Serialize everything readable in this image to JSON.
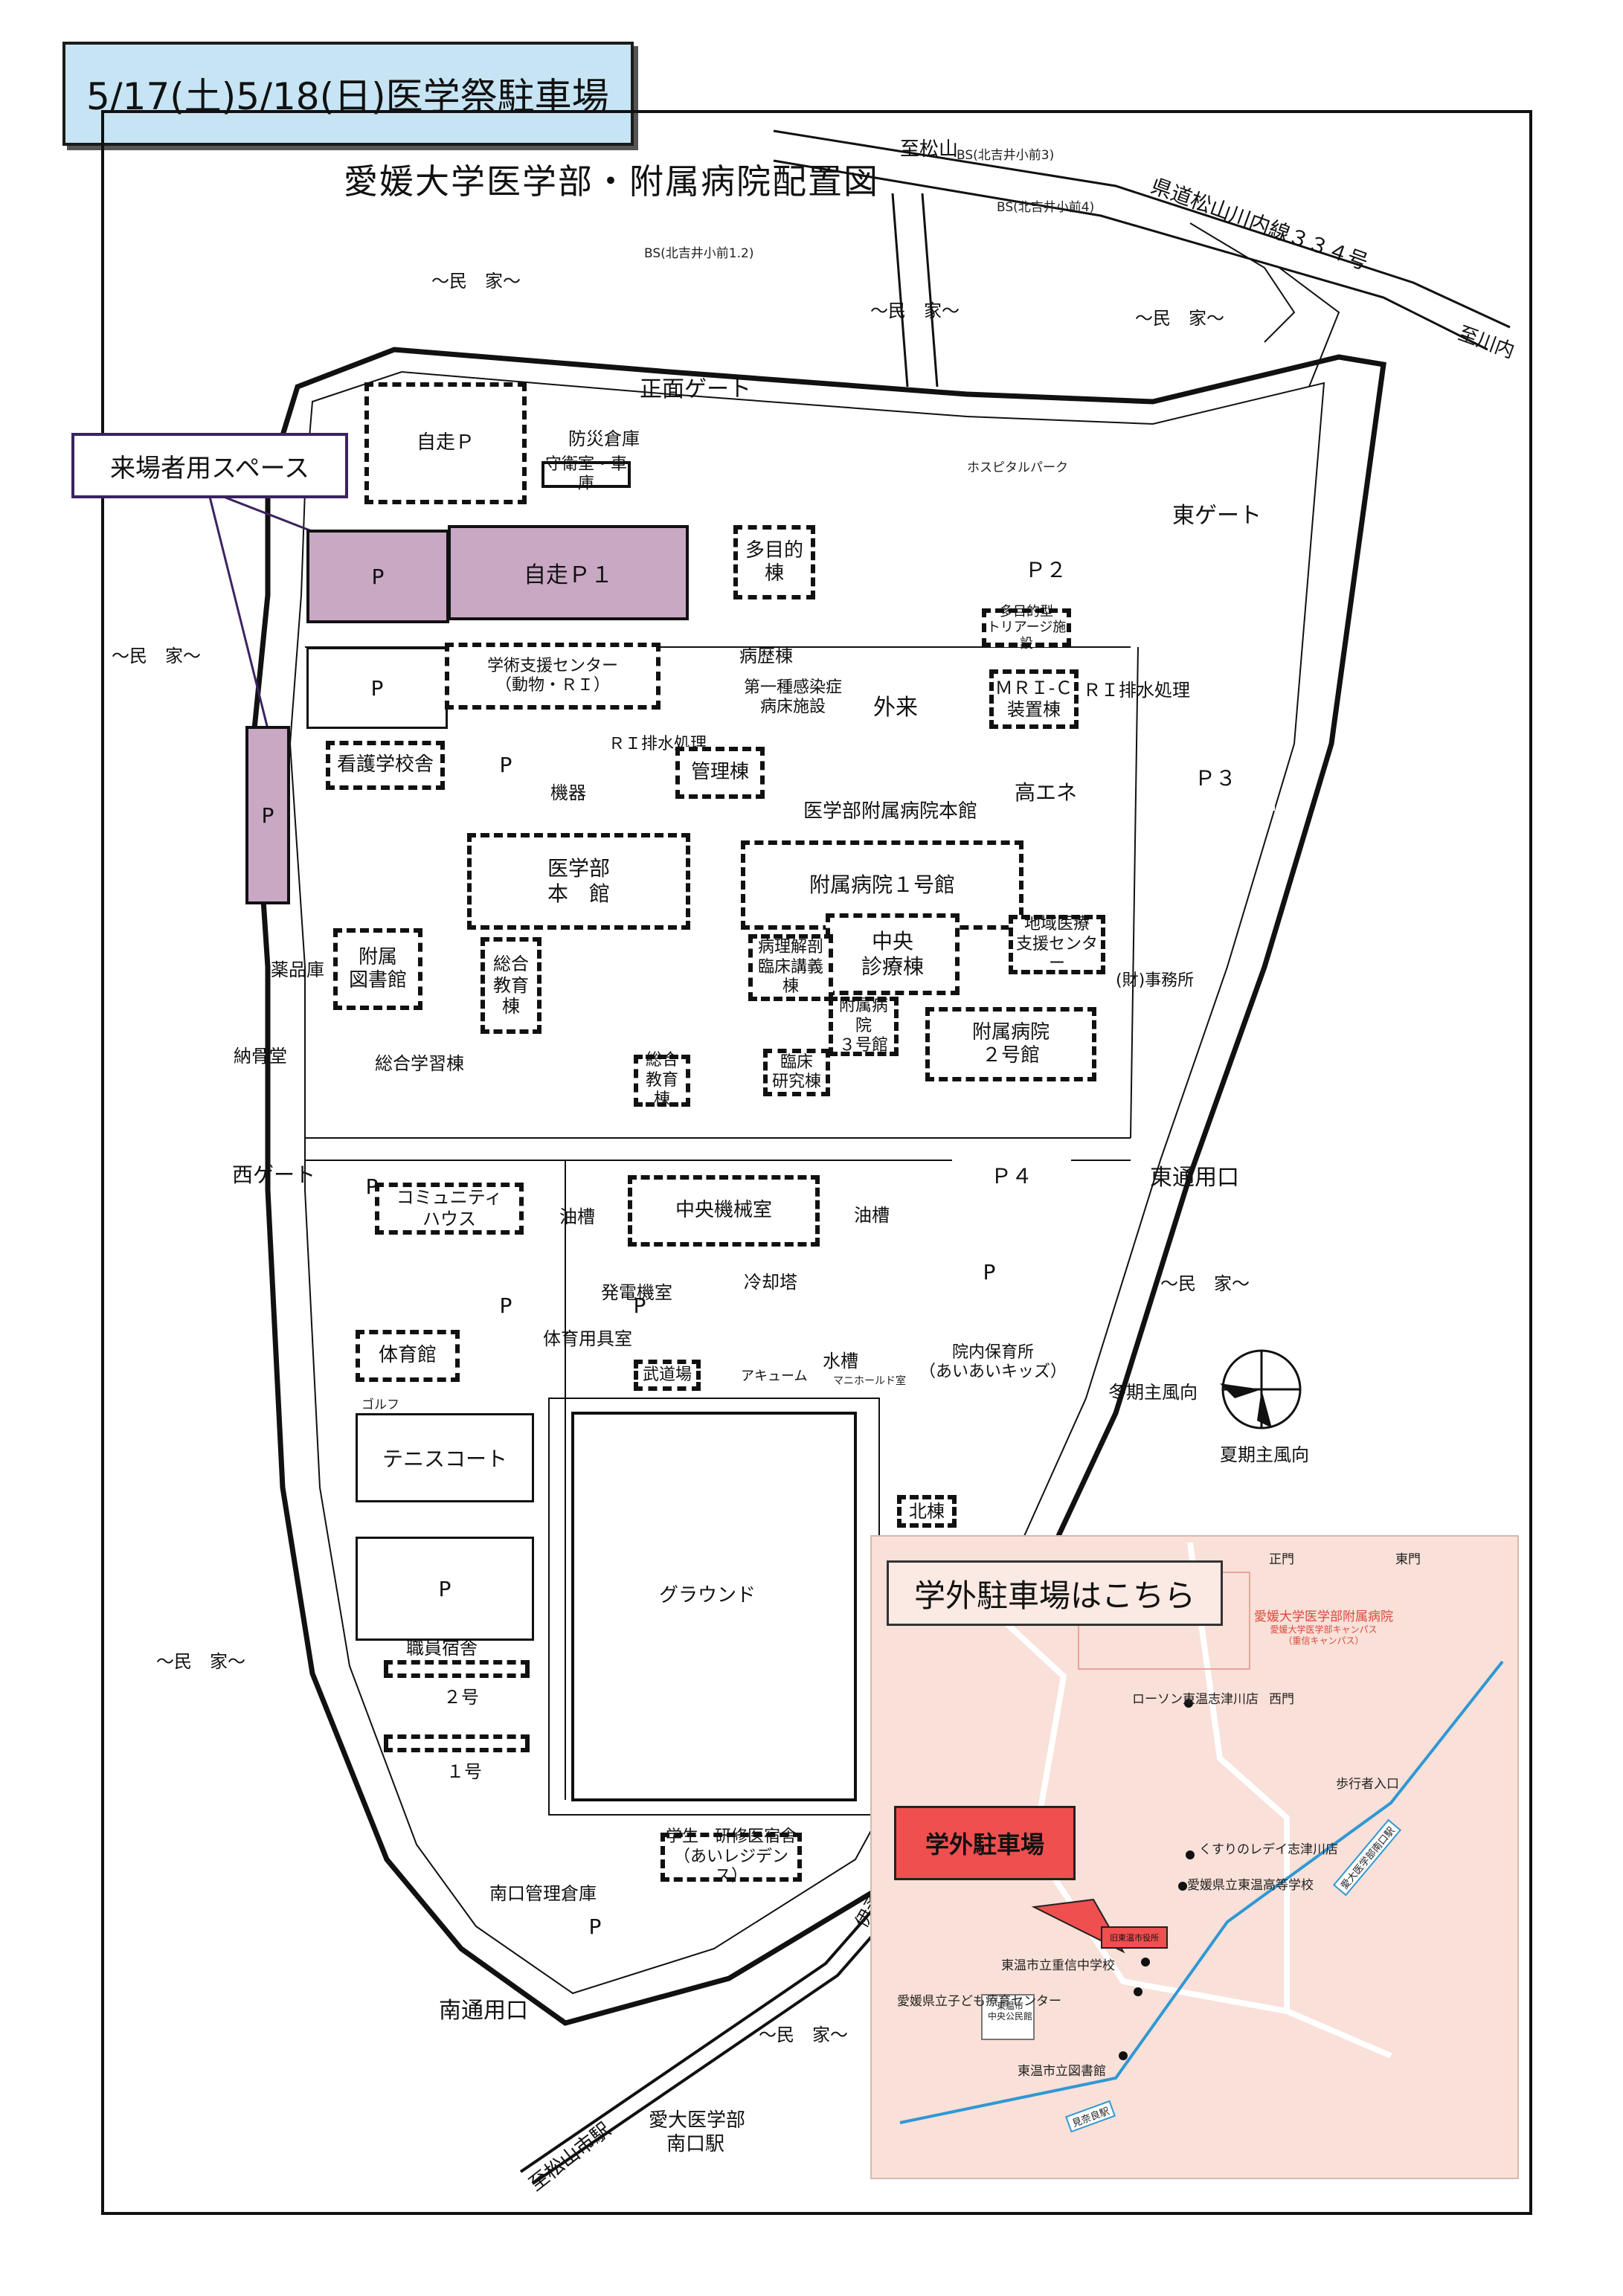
{
  "header": {
    "event_title": "5/17(土)5/18(日)医学祭駐車場"
  },
  "map": {
    "title": "愛媛大学医学部・附属病院配置図",
    "visitor_callout": "来場者用スペース",
    "roads": {
      "to_matsuyama": "至松山",
      "prefectural_road": "県道松山川内線３３４号",
      "to_kawauchi": "至川内",
      "to_matsuyama_city_station": "至松山市駅",
      "iyo_line": "伊予鉄"
    },
    "bus_stops": [
      "BS(北吉井小前3)",
      "BS(北吉井小前4)",
      "BS(北吉井小前1.2)"
    ],
    "gates": {
      "front": "正面ゲート",
      "east": "東ゲート",
      "west": "西ゲート",
      "east_entrance": "東通用口",
      "south_entrance": "南通用口"
    },
    "residences": "～民　家～",
    "station": [
      "愛大医学部",
      "南口駅"
    ],
    "parking": {
      "p": "P",
      "p1": "自走Ｐ１",
      "p2": "Ｐ２",
      "p3": "Ｐ３",
      "p4": "Ｐ４",
      "jisou_p": "自走Ｐ"
    },
    "buildings": {
      "bousai": "防災倉庫",
      "shueishitsu": "守衛室・車庫",
      "tamokuteki": "多目的棟",
      "hospice": "ホスピタルパーク",
      "gakujutsu": [
        "学術支援センター",
        "（動物・ＲＩ）"
      ],
      "byoreki": "病歴棟",
      "kansensho": [
        "第一種感染症",
        "病床施設"
      ],
      "gairai": "外来",
      "tamokuteki_triage": [
        "多目的型",
        "トリアージ施設"
      ],
      "mri": [
        "ＭＲＩ-Ｃ",
        "装置棟"
      ],
      "ri_haisui": "ＲＩ排水処理",
      "kango": "看護学校舎",
      "ri_haisui2": "ＲＩ排水処理",
      "kikaishitsu": "機器",
      "kanri": "管理棟",
      "honkan_hospital": "医学部附属病院本館",
      "koene": "高エネ",
      "igakubu_honkan": [
        "医学部",
        "本　館"
      ],
      "hospital1": "附属病院１号館",
      "chuo_shinryo": [
        "中央",
        "診療棟"
      ],
      "chiiki": [
        "地域医療",
        "支援センター"
      ],
      "yakuhinko": "薬品庫",
      "toshokan": [
        "附属",
        "図書館"
      ],
      "sogo_kyoiku": [
        "総合",
        "教育棟"
      ],
      "byori": [
        "病理解剖",
        "臨床講義棟"
      ],
      "hospital3": [
        "附属病院",
        "３号館"
      ],
      "hospital2": [
        "附属病院",
        "２号館"
      ],
      "jimusho": "(財)事務所",
      "nokotsudo": "納骨堂",
      "sogo_gakushu": "総合学習棟",
      "sogo_kyoiku2": [
        "総合",
        "教育棟"
      ],
      "rinsho_kenkyu": [
        "臨床",
        "研究棟"
      ],
      "community": [
        "コミュニティ",
        "ハウス"
      ],
      "yuso": "油槽",
      "chuo_kikai": "中央機械室",
      "yuso2": "油槽",
      "hatsuden": "発電機室",
      "reikyaku": "冷却塔",
      "suiso": "水槽",
      "taiikukan": "体育館",
      "taiiku_yogu": "体育用具室",
      "budojo": "武道場",
      "accumulator": "アキューム",
      "manifold": "マニホールド室",
      "hoikusho": [
        "院内保育所",
        "（あいあいキッズ）"
      ],
      "tennis": "テニスコート",
      "golf": "ゴルフ",
      "kitamune": "北棟",
      "ground": "グラウンド",
      "shukusha": "職員宿舎",
      "shukusha2": "２号",
      "shukusha1": "１号",
      "minamiguchi": "南口管理倉庫",
      "gakusei": [
        "学生・研修医宿舎",
        "（あいレジデンス）"
      ]
    },
    "wind": {
      "winter": "冬期主風向",
      "summer": "夏期主風向"
    }
  },
  "inset": {
    "title": "学外駐車場はこちら",
    "offsite_label": "学外駐車場",
    "offsite_marker": "旧東温市役所",
    "labels": {
      "seimon": "正門",
      "tomon": "東門",
      "hospital": [
        "愛媛大学医学部附属病院",
        "愛媛大学医学部キャンパス",
        "（重信キャンパス）"
      ],
      "lawson": "ローソン東温志津川店",
      "nishimon": "西門",
      "pedestrian": "歩行者入口",
      "drug": "くすりのレデイ志津川店",
      "high_school": "愛媛県立東温高等学校",
      "middle_school": "東温市立重信中学校",
      "kodomo": "愛媛県立子ども療育センター",
      "kominkan": [
        "東温市",
        "中央公民館"
      ],
      "library": "東温市立図書館",
      "station_a": "愛大医学部南口駅",
      "station_b": "見奈良駅"
    },
    "rail_color": "#2f98d4",
    "marker_color": "#ef4f4f"
  },
  "colors": {
    "visitor_area": "#c9a8c4",
    "header_bg": "#c6e4f3",
    "inset_bg": "#f9e0d8"
  }
}
